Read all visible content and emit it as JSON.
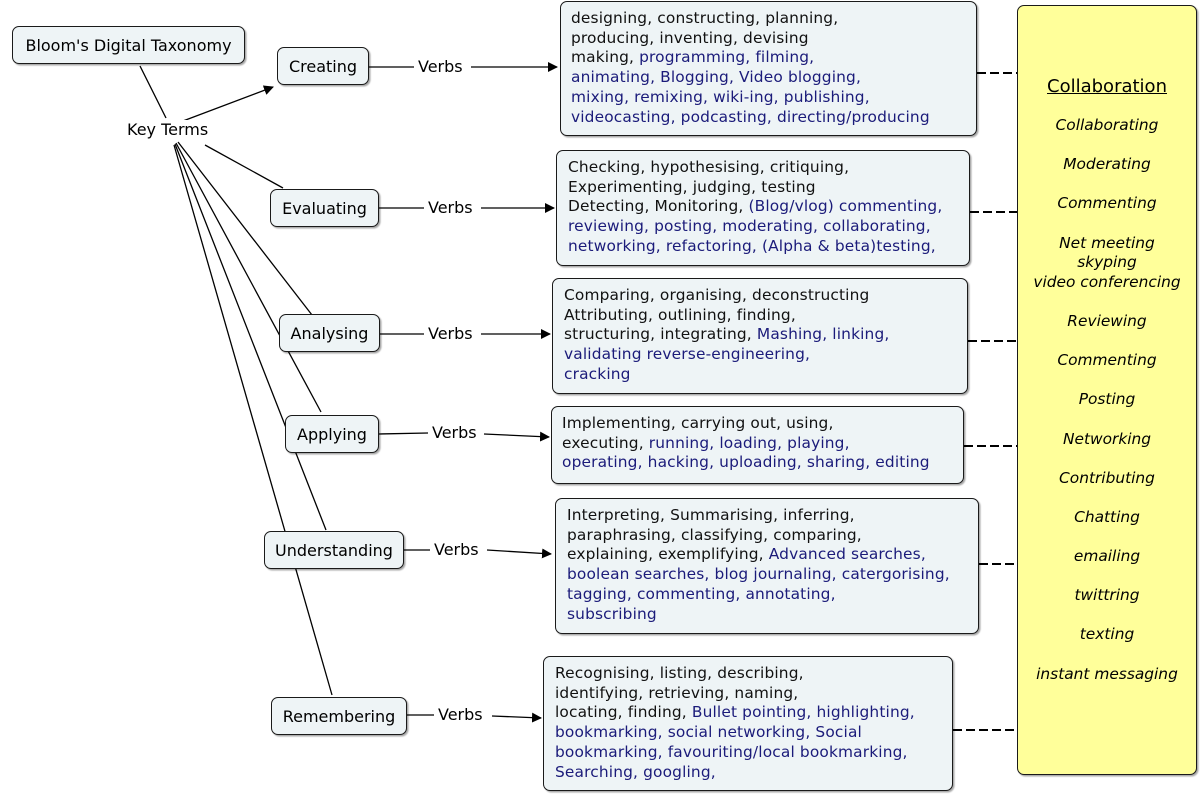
{
  "title": "Bloom's Digital Taxonomy",
  "key_terms_label": "Key Terms",
  "verbs_label": "Verbs",
  "levels": [
    {
      "name": "Creating",
      "verbs": [
        [
          [
            "designing, constructing, planning,",
            "b"
          ]
        ],
        [
          [
            "producing, inventing, devising",
            "b"
          ]
        ],
        [
          [
            "making, ",
            "b"
          ],
          [
            "programming, filming,",
            "u"
          ]
        ],
        [
          [
            "animating, Blogging, Video blogging,",
            "u"
          ]
        ],
        [
          [
            "mixing, remixing, wiki-ing, publishing,",
            "u"
          ]
        ],
        [
          [
            "videocasting, podcasting, directing/producing",
            "u"
          ]
        ]
      ]
    },
    {
      "name": "Evaluating",
      "verbs": [
        [
          [
            "Checking, hypothesising, critiquing,",
            "b"
          ]
        ],
        [
          [
            "Experimenting, judging, testing",
            "b"
          ]
        ],
        [
          [
            "Detecting, Monitoring, ",
            "b"
          ],
          [
            "(Blog/vlog) commenting,",
            "u"
          ]
        ],
        [
          [
            "reviewing, posting, moderating, collaborating,",
            "u"
          ]
        ],
        [
          [
            "networking, refactoring, (Alpha & beta)testing,",
            "u"
          ]
        ]
      ]
    },
    {
      "name": "Analysing",
      "verbs": [
        [
          [
            "Comparing, organising, deconstructing",
            "b"
          ]
        ],
        [
          [
            "Attributing, outlining, finding,",
            "b"
          ]
        ],
        [
          [
            "structuring, integrating, ",
            "b"
          ],
          [
            "Mashing, linking,",
            "u"
          ]
        ],
        [
          [
            "validating reverse-engineering,",
            "u"
          ]
        ],
        [
          [
            "cracking",
            "u"
          ]
        ]
      ]
    },
    {
      "name": "Applying",
      "verbs": [
        [
          [
            "Implementing, carrying out, using,",
            "b"
          ]
        ],
        [
          [
            "executing, ",
            "b"
          ],
          [
            "running, loading, playing,",
            "u"
          ]
        ],
        [
          [
            "operating, hacking, uploading, sharing, editing",
            "u"
          ]
        ]
      ]
    },
    {
      "name": "Understanding",
      "verbs": [
        [
          [
            "Interpreting, Summarising, inferring,",
            "b"
          ]
        ],
        [
          [
            "paraphrasing, classifying, comparing,",
            "b"
          ]
        ],
        [
          [
            "explaining, exemplifying, ",
            "b"
          ],
          [
            "Advanced searches,",
            "u"
          ]
        ],
        [
          [
            "boolean searches, blog journaling, catergorising,",
            "u"
          ]
        ],
        [
          [
            "tagging, commenting, annotating,",
            "u"
          ]
        ],
        [
          [
            "subscribing",
            "u"
          ]
        ]
      ]
    },
    {
      "name": "Remembering",
      "verbs": [
        [
          [
            "Recognising, listing, describing,",
            "b"
          ]
        ],
        [
          [
            "identifying, retrieving, naming,",
            "b"
          ]
        ],
        [
          [
            "locating, finding, ",
            "b"
          ],
          [
            "Bullet pointing, highlighting,",
            "u"
          ]
        ],
        [
          [
            "bookmarking, social networking, Social",
            "u"
          ]
        ],
        [
          [
            "bookmarking, favouriting/local bookmarking,",
            "u"
          ]
        ],
        [
          [
            "Searching, googling,",
            "u"
          ]
        ]
      ]
    }
  ],
  "collaboration": {
    "title": "Collaboration",
    "items": [
      "Collaborating",
      "Moderating",
      "Commenting",
      "Net meeting\nskyping\nvideo conferencing",
      "Reviewing",
      "Commenting",
      "Posting",
      "Networking",
      "Contributing",
      "Chatting",
      "emailing",
      "twittring",
      "texting",
      "instant messaging"
    ]
  }
}
